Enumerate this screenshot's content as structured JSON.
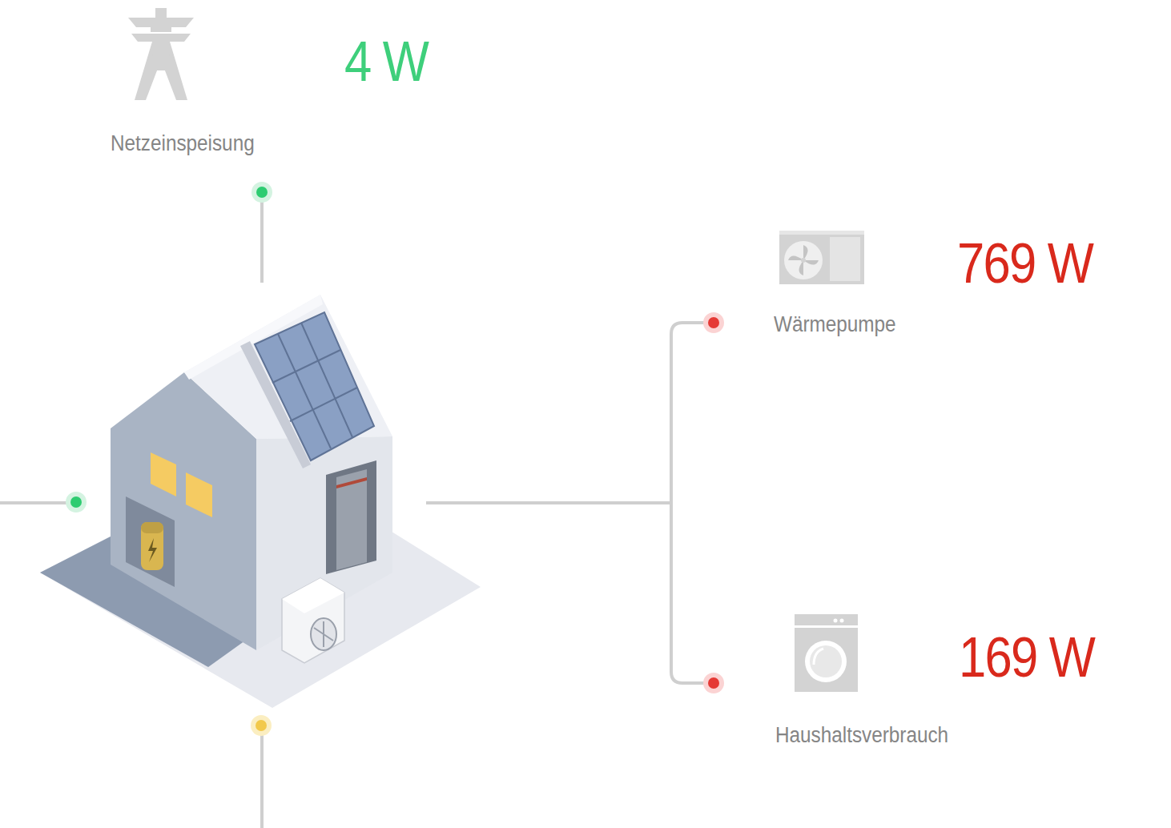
{
  "diagram": {
    "labels": [
      "4 W",
      "Netzeinspeisung",
      "769 W",
      "Wärmepumpe",
      "169 W",
      "Haushaltsverbrauch"
    ]
  }
}
